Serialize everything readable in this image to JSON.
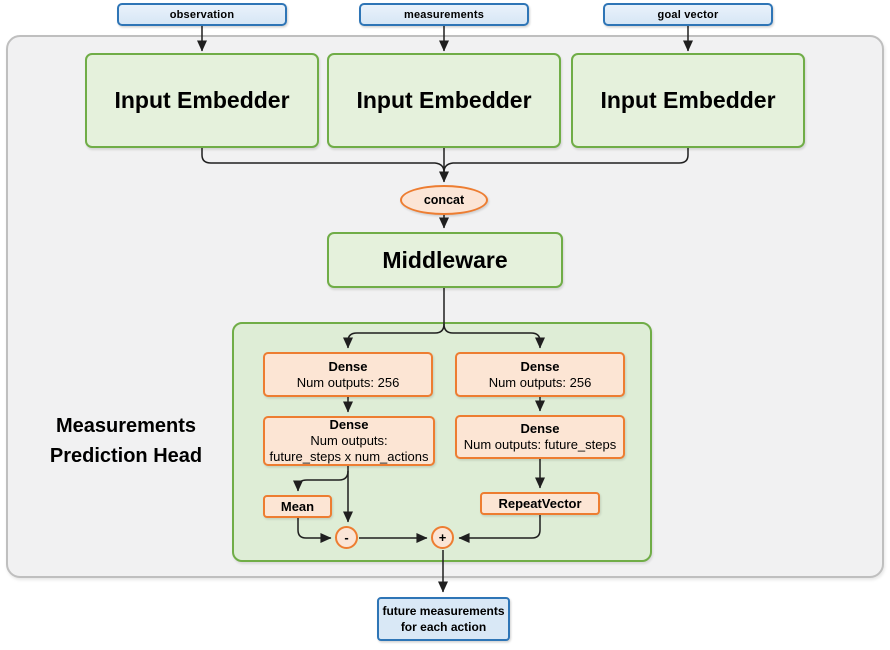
{
  "diagram": {
    "inputs": [
      {
        "label": "observation"
      },
      {
        "label": "measurements"
      },
      {
        "label": "goal vector"
      }
    ],
    "embedder_label": "Input Embedder",
    "concat_label": "concat",
    "middleware_label": "Middleware",
    "head": {
      "title_line1": "Measurements",
      "title_line2": "Prediction Head",
      "left_branch": {
        "dense1_title": "Dense",
        "dense1_sub": "Num outputs: 256",
        "dense2_title": "Dense",
        "dense2_sub1": "Num outputs:",
        "dense2_sub2": "future_steps x num_actions",
        "mean_label": "Mean",
        "op": "-"
      },
      "right_branch": {
        "dense1_title": "Dense",
        "dense1_sub": "Num outputs: 256",
        "dense2_title": "Dense",
        "dense2_sub": "Num outputs: future_steps",
        "repeat_label": "RepeatVector",
        "op": "+"
      }
    },
    "output_line1": "future measurements",
    "output_line2": "for each action"
  },
  "colors": {
    "blue_border": "#2e75b6",
    "blue_fill": "#deebf7",
    "green_border": "#70ad47",
    "green_fill": "#e5f1dc",
    "group_green_fill": "#deedd6",
    "orange_border": "#ed7d31",
    "orange_fill": "#fce5d4",
    "gray_border": "#bfbfbf",
    "gray_fill": "#f1f1f2",
    "line": "#1f1f1f"
  }
}
